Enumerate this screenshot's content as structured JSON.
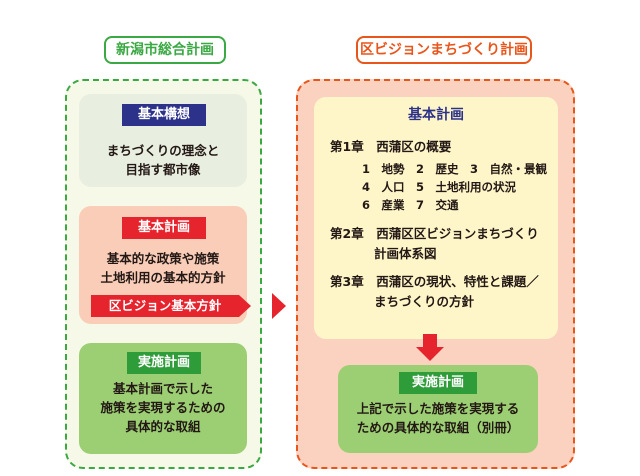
{
  "left": {
    "title": "新潟市総合計画",
    "vision": {
      "label": "基本構想",
      "lines": [
        "まちづくりの理念と",
        "目指す都市像"
      ]
    },
    "basic_plan": {
      "label": "基本計画",
      "lines": [
        "基本的な政策や施策",
        "土地利用の基本的方針"
      ],
      "ward_policy": "区ビジョン基本方針"
    },
    "implementation": {
      "label": "実施計画",
      "lines": [
        "基本計画で示した",
        "施策を実現するための",
        "具体的な取組"
      ]
    }
  },
  "right": {
    "title": "区ビジョンまちづくり計画",
    "basic_plan": {
      "label": "基本計画",
      "ch1": "第1章　西蒲区の概要",
      "items": [
        "1　地勢　2　歴史　3　自然・景観",
        "4　人口　5　土地利用の状況",
        "6　産業　7　交通"
      ],
      "ch2": "第2章　西蒲区区ビジョンまちづくり",
      "ch2b": "計画体系図",
      "ch3": "第3章　西蒲区の現状、特性と課題／",
      "ch3b": "まちづくりの方針"
    },
    "implementation": {
      "label": "実施計画",
      "lines": [
        "上記で示した施策を実現する",
        "ための具体的な取組（別冊）"
      ]
    }
  },
  "colors": {
    "green": "#3aa843",
    "orange": "#e8561c",
    "navy": "#2c3289",
    "red": "#e6242d"
  }
}
